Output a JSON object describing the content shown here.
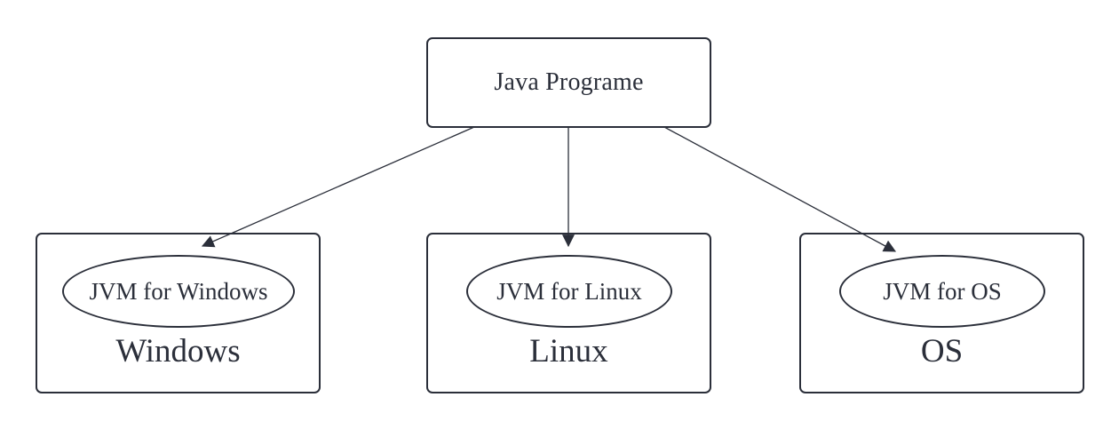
{
  "diagram": {
    "root": {
      "label": "Java Programe"
    },
    "platforms": [
      {
        "jvm_label": "JVM for Windows",
        "os_label": "Windows"
      },
      {
        "jvm_label": "JVM for Linux",
        "os_label": "Linux"
      },
      {
        "jvm_label": "JVM for OS",
        "os_label": "OS"
      }
    ],
    "edges": [
      {
        "from": "Java Programe",
        "to": "JVM for Windows"
      },
      {
        "from": "Java Programe",
        "to": "JVM for Linux"
      },
      {
        "from": "Java Programe",
        "to": "JVM for OS"
      }
    ],
    "colors": {
      "stroke": "#2b2f3a",
      "background": "#ffffff"
    }
  }
}
